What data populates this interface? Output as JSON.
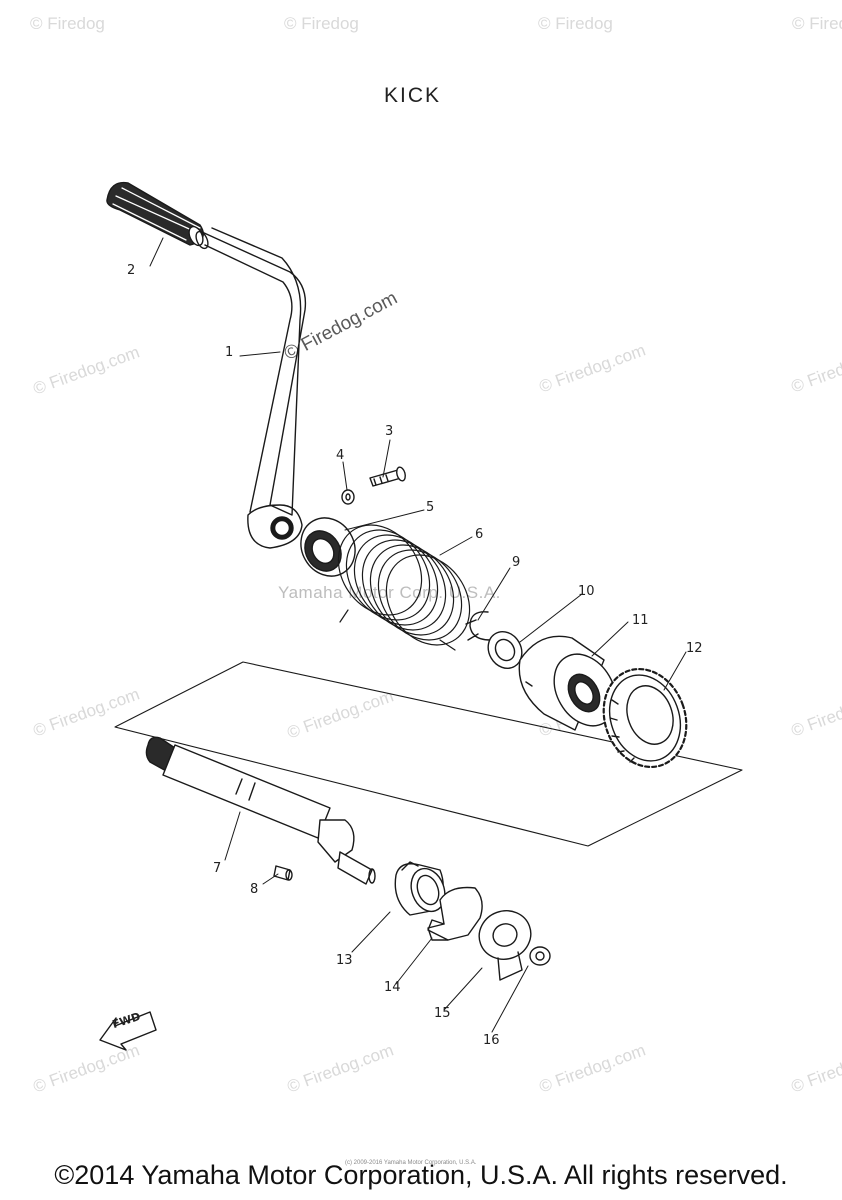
{
  "title": "KICK",
  "watermark_text": "© Firedog",
  "watermark_diag": "© Firedog.com",
  "watermark_mid": "Yamaha Motor Corp. U.S.A.",
  "fwd_label": "FWD",
  "tiny_note": "(c) 2009-2016 Yamaha Motor Corporation, U.S.A.",
  "copyright": "©2014 Yamaha Motor Corporation, U.S.A. All rights reserved.",
  "callouts": [
    "1",
    "2",
    "3",
    "4",
    "5",
    "6",
    "7",
    "8",
    "9",
    "10",
    "11",
    "12",
    "13",
    "14",
    "15",
    "16"
  ],
  "colors": {
    "ink": "#1a1a1a",
    "watermark": "#d9d9d9"
  }
}
